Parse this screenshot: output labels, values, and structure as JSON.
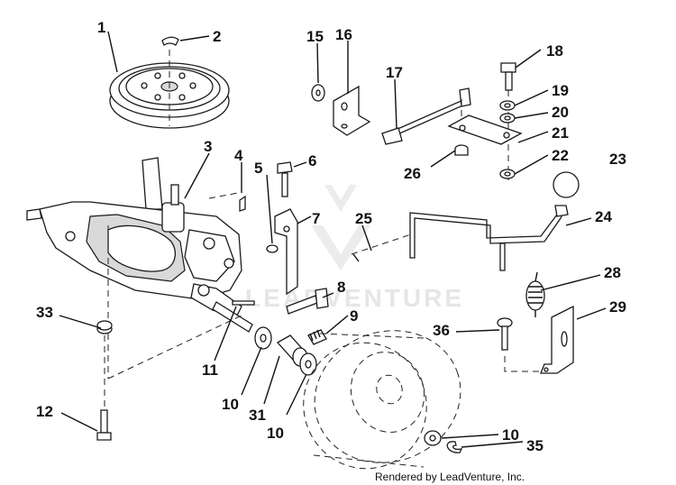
{
  "diagram": {
    "watermark": "LEADVENTURE",
    "footer": "Rendered by LeadVenture, Inc.",
    "callouts": {
      "c1": "1",
      "c2": "2",
      "c3": "3",
      "c4": "4",
      "c5": "5",
      "c6": "6",
      "c7": "7",
      "c8": "8",
      "c9": "9",
      "c10a": "10",
      "c10b": "10",
      "c10c": "10",
      "c11": "11",
      "c12": "12",
      "c15": "15",
      "c16": "16",
      "c17": "17",
      "c18": "18",
      "c19": "19",
      "c20": "20",
      "c21": "21",
      "c22": "22",
      "c23": "23",
      "c24": "24",
      "c25": "25",
      "c26": "26",
      "c28": "28",
      "c29": "29",
      "c31": "31",
      "c33": "33",
      "c35": "35",
      "c36": "36"
    }
  }
}
